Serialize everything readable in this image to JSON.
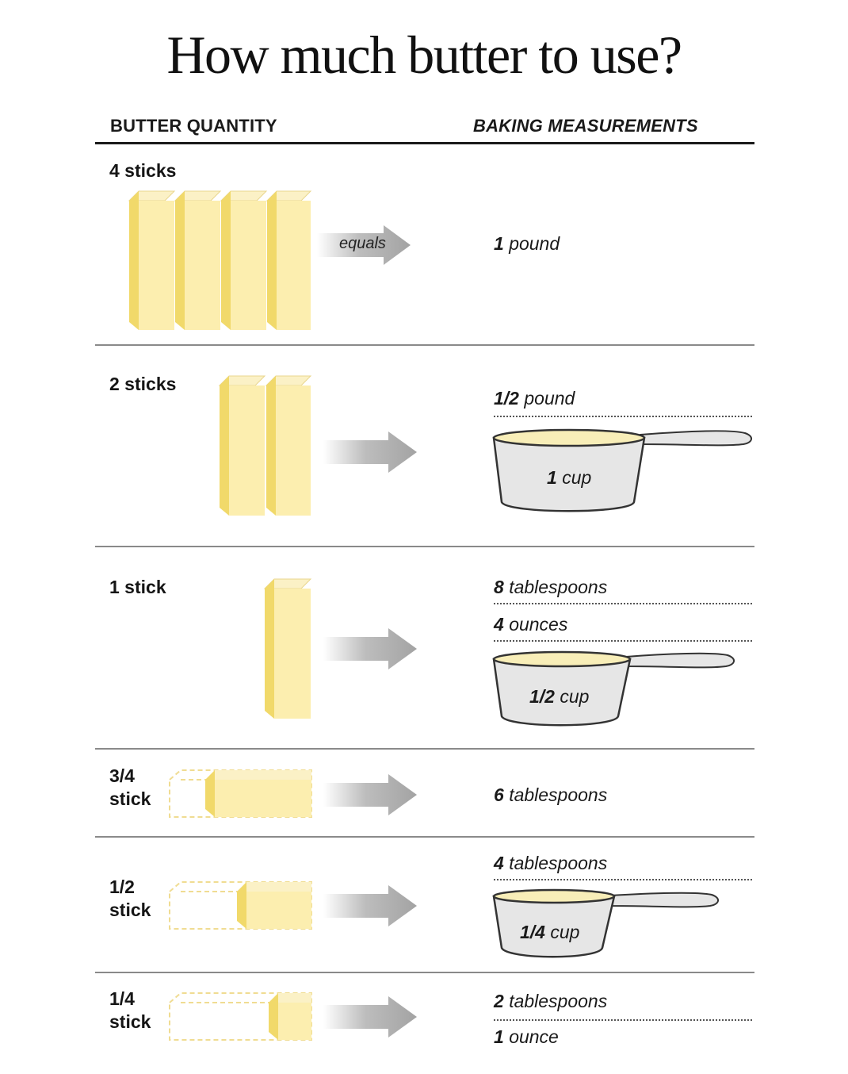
{
  "title": "How much butter to use?",
  "headers": {
    "left": "BUTTER QUANTITY",
    "right": "BAKING MEASUREMENTS"
  },
  "arrow_label": "equals",
  "rows": [
    {
      "quantity_line1": "4 sticks",
      "quantity_line2": "",
      "measurements": [
        {
          "num": "1",
          "unit": "pound"
        }
      ]
    },
    {
      "quantity_line1": "2 sticks",
      "quantity_line2": "",
      "measurements": [
        {
          "num": "1/2",
          "unit": "pound"
        }
      ],
      "cup": {
        "num": "1",
        "unit": "cup"
      }
    },
    {
      "quantity_line1": "1 stick",
      "quantity_line2": "",
      "measurements": [
        {
          "num": "8",
          "unit": "tablespoons"
        },
        {
          "num": "4",
          "unit": "ounces"
        }
      ],
      "cup": {
        "num": "1/2",
        "unit": "cup"
      }
    },
    {
      "quantity_line1": "3/4",
      "quantity_line2": "stick",
      "measurements": [
        {
          "num": "6",
          "unit": "tablespoons"
        }
      ]
    },
    {
      "quantity_line1": "1/2",
      "quantity_line2": "stick",
      "measurements": [
        {
          "num": "4",
          "unit": "tablespoons"
        }
      ],
      "cup": {
        "num": "1/4",
        "unit": "cup"
      }
    },
    {
      "quantity_line1": "1/4",
      "quantity_line2": "stick",
      "measurements": [
        {
          "num": "2",
          "unit": "tablespoons"
        },
        {
          "num": "1",
          "unit": "ounce"
        }
      ]
    }
  ],
  "colors": {
    "butter_front": "#fceeaf",
    "butter_side": "#f1d96a",
    "butter_top": "#fbf1c6",
    "arrow": "#a9a9a9",
    "cup_body": "#e6e6e6",
    "cup_liquid": "#f8eeb8"
  }
}
